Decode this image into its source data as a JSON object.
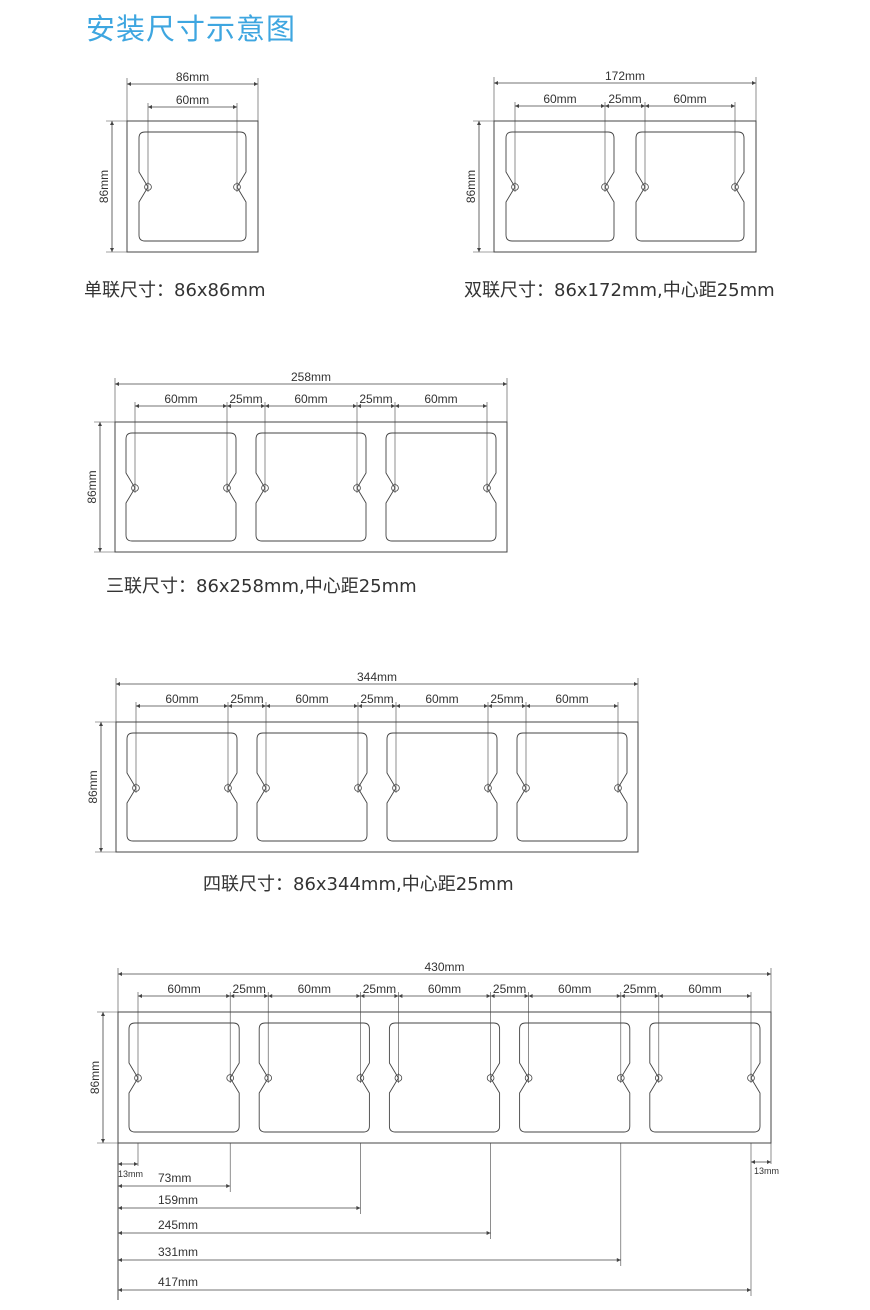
{
  "page": {
    "title": "安装尺寸示意图"
  },
  "colors": {
    "title": "#3ea6e0",
    "line": "#444444",
    "text": "#333333"
  },
  "boxes": [
    {
      "id": "single",
      "caption": "单联尺寸：86x86mm",
      "total_label": "86mm",
      "height_label": "86mm",
      "segments": [
        "60mm"
      ]
    },
    {
      "id": "double",
      "caption": "双联尺寸：86x172mm,中心距25mm",
      "total_label": "172mm",
      "height_label": "86mm",
      "segments": [
        "60mm",
        "25mm",
        "60mm"
      ]
    },
    {
      "id": "triple",
      "caption": "三联尺寸：86x258mm,中心距25mm",
      "total_label": "258mm",
      "height_label": "86mm",
      "segments": [
        "60mm",
        "25mm",
        "60mm",
        "25mm",
        "60mm"
      ]
    },
    {
      "id": "quad",
      "caption": "四联尺寸：86x344mm,中心距25mm",
      "total_label": "344mm",
      "height_label": "86mm",
      "segments": [
        "60mm",
        "25mm",
        "60mm",
        "25mm",
        "60mm",
        "25mm",
        "60mm"
      ]
    },
    {
      "id": "penta",
      "caption": "",
      "total_label": "430mm",
      "height_label": "86mm",
      "segments": [
        "60mm",
        "25mm",
        "60mm",
        "25mm",
        "60mm",
        "25mm",
        "60mm",
        "25mm",
        "60mm"
      ],
      "edge_label": "13mm",
      "offsets": [
        "73mm",
        "159mm",
        "245mm",
        "331mm",
        "417mm"
      ]
    }
  ]
}
